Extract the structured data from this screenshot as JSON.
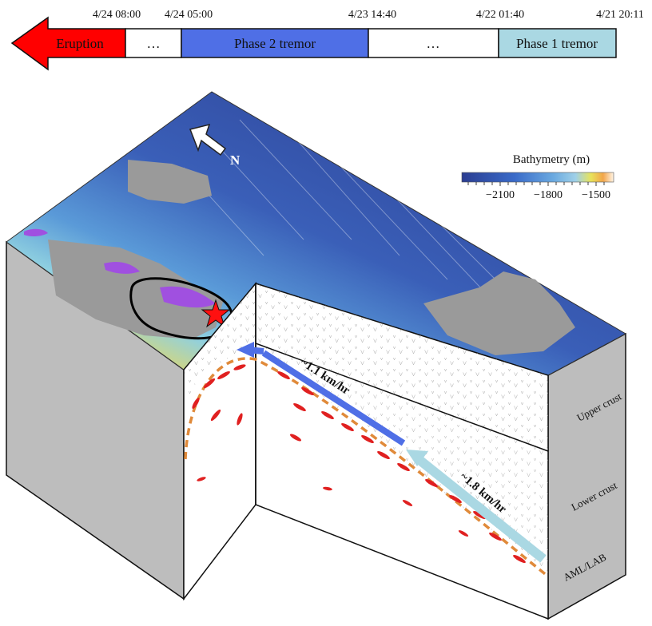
{
  "timeline": {
    "times": [
      "4/24 08:00",
      "4/24 05:00",
      "4/23 14:40",
      "4/22 01:40",
      "4/21 20:11"
    ],
    "segments": [
      {
        "label": "Eruption",
        "color": "#ff0000"
      },
      {
        "label": "…",
        "color": "#ffffff"
      },
      {
        "label": "Phase 2 tremor",
        "color": "#4f6fe6"
      },
      {
        "label": "…",
        "color": "#ffffff"
      },
      {
        "label": "Phase 1 tremor",
        "color": "#aad8e3"
      }
    ]
  },
  "map": {
    "north_label": "N",
    "colorbar": {
      "title": "Bathymetry (m)",
      "ticks": [
        "−2100",
        "−1800",
        "−1500"
      ],
      "colors": [
        "#2b3d91",
        "#3a6bc9",
        "#6aa9e0",
        "#9fd0e8",
        "#e8e35a",
        "#f2a64a",
        "#fff4e6"
      ]
    }
  },
  "section": {
    "layers": [
      "Upper crust",
      "Lower crust",
      "AML/LAB"
    ],
    "rates": [
      "~1.1 km/hr",
      "~1.8 km/hr"
    ],
    "colors": {
      "phase1_arrow": "#aad8e3",
      "phase2_arrow": "#4f6fe6",
      "aml_line": "#e08a3a",
      "tremor": "#e02020",
      "eruption_star": "#ff1010",
      "lava_flow": "#a050e0"
    }
  }
}
